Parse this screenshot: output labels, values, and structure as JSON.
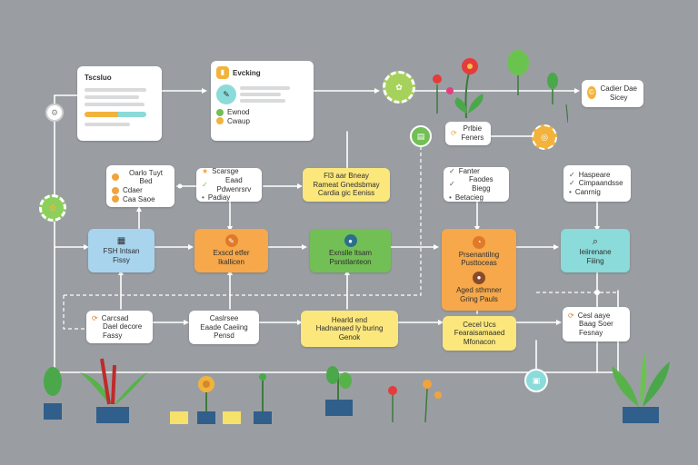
{
  "nodes": {
    "top_left_doc": {
      "title": "Tscsluo"
    },
    "top_dashboard": {
      "title": "Evcking",
      "line1": "Ewnod",
      "line2": "Cwaup"
    },
    "right_card": {
      "text": "Cadier Dae Sicey"
    },
    "mid_card": {
      "text": "Prlbie Feners"
    },
    "list_left": {
      "l1": "Oarlo Tuyt Bed",
      "l2": "Cdaer",
      "l3": "Caa Saoe"
    },
    "list_mid": {
      "l1": "Scarsge",
      "l2": "Eaad Pdwenrsrv",
      "l3": "Padiay"
    },
    "list_yellow": {
      "l1": "Fl3 aar Bneay",
      "l2": "Rameat Gnedsbmay",
      "l3": "Cardia gic Eeniss"
    },
    "list_right1": {
      "l1": "Fanter",
      "l2": "Faodes Biegg",
      "l3": "Betacieg"
    },
    "list_right2": {
      "l1": "Haspeare",
      "l2": "Cimpaandsse",
      "l3": "Canrnig"
    },
    "blue_box": {
      "l1": "FSH Intsan",
      "l2": "Fissy"
    },
    "orange_box1": {
      "l1": "Exscd etfer",
      "l2": "Ikallicen"
    },
    "green_box": {
      "l1": "Exnslle ltsam",
      "l2": "Psnstlanteon"
    },
    "orange_tall": {
      "l1": "Prsenantilng",
      "l2": "Pusttoceas",
      "l3": "Aged sthmner",
      "l4": "Gring Pauls"
    },
    "teal_box": {
      "l1": "Ieiirenane",
      "l2": "Fiiing"
    },
    "bottom_left": {
      "l1": "Carcsad",
      "l2": "Dael decore",
      "l3": "Fassy"
    },
    "bottom_mid": {
      "l1": "Caslrsee",
      "l2": "Eaade Caeiing",
      "l3": "Pensd"
    },
    "bottom_yellow1": {
      "l1": "Hearld end",
      "l2": "Hadnanaed ly buring",
      "l3": "Genok"
    },
    "bottom_yellow2": {
      "l1": "Cecel Ucs",
      "l2": "Fearaisamaaed",
      "l3": "Mfonacon"
    },
    "bottom_right": {
      "l1": "Cesl aaye",
      "l2": "Baag Soer",
      "l3": "Fesnay"
    }
  },
  "colors": {
    "background": "#9a9ea3",
    "line": "#ffffff",
    "yellow": "#fbe77c",
    "orange": "#f6a84a",
    "green": "#72bf55",
    "teal": "#8adbd9",
    "blue": "#a8d4ee"
  },
  "icons": [
    "chart-icon",
    "document-icon",
    "plant-icon",
    "flower-icon",
    "gear-icon",
    "target-icon",
    "circle-badge-icon"
  ]
}
